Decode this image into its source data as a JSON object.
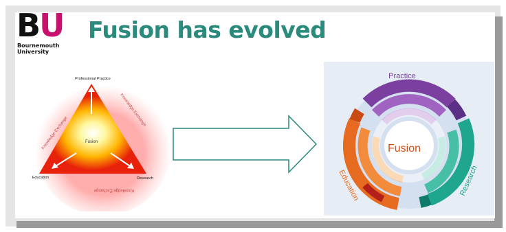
{
  "slide": {
    "title": "Fusion has evolved",
    "logo": {
      "letters_b": "B",
      "letters_u": "U",
      "name": "Bournemouth University",
      "colors": {
        "b": "#111111",
        "u": "#c8106e"
      }
    },
    "left_diagram": {
      "top_label": "Professional Practice",
      "left_label": "Education",
      "right_label": "Research",
      "center_label": "Fusion",
      "edge_left": "Knowledge Exchange",
      "edge_right": "Knowledge Exchange",
      "edge_bottom": "Knowledge Exchange"
    },
    "arrow": {
      "icon": "right-arrow-icon"
    },
    "right_diagram": {
      "center_label": "Fusion",
      "top_label": "Practice",
      "left_label": "Education",
      "right_label": "Research",
      "colors": {
        "practice": "#7b3fa0",
        "education": "#e66a1f",
        "research": "#1fa68e"
      }
    }
  }
}
